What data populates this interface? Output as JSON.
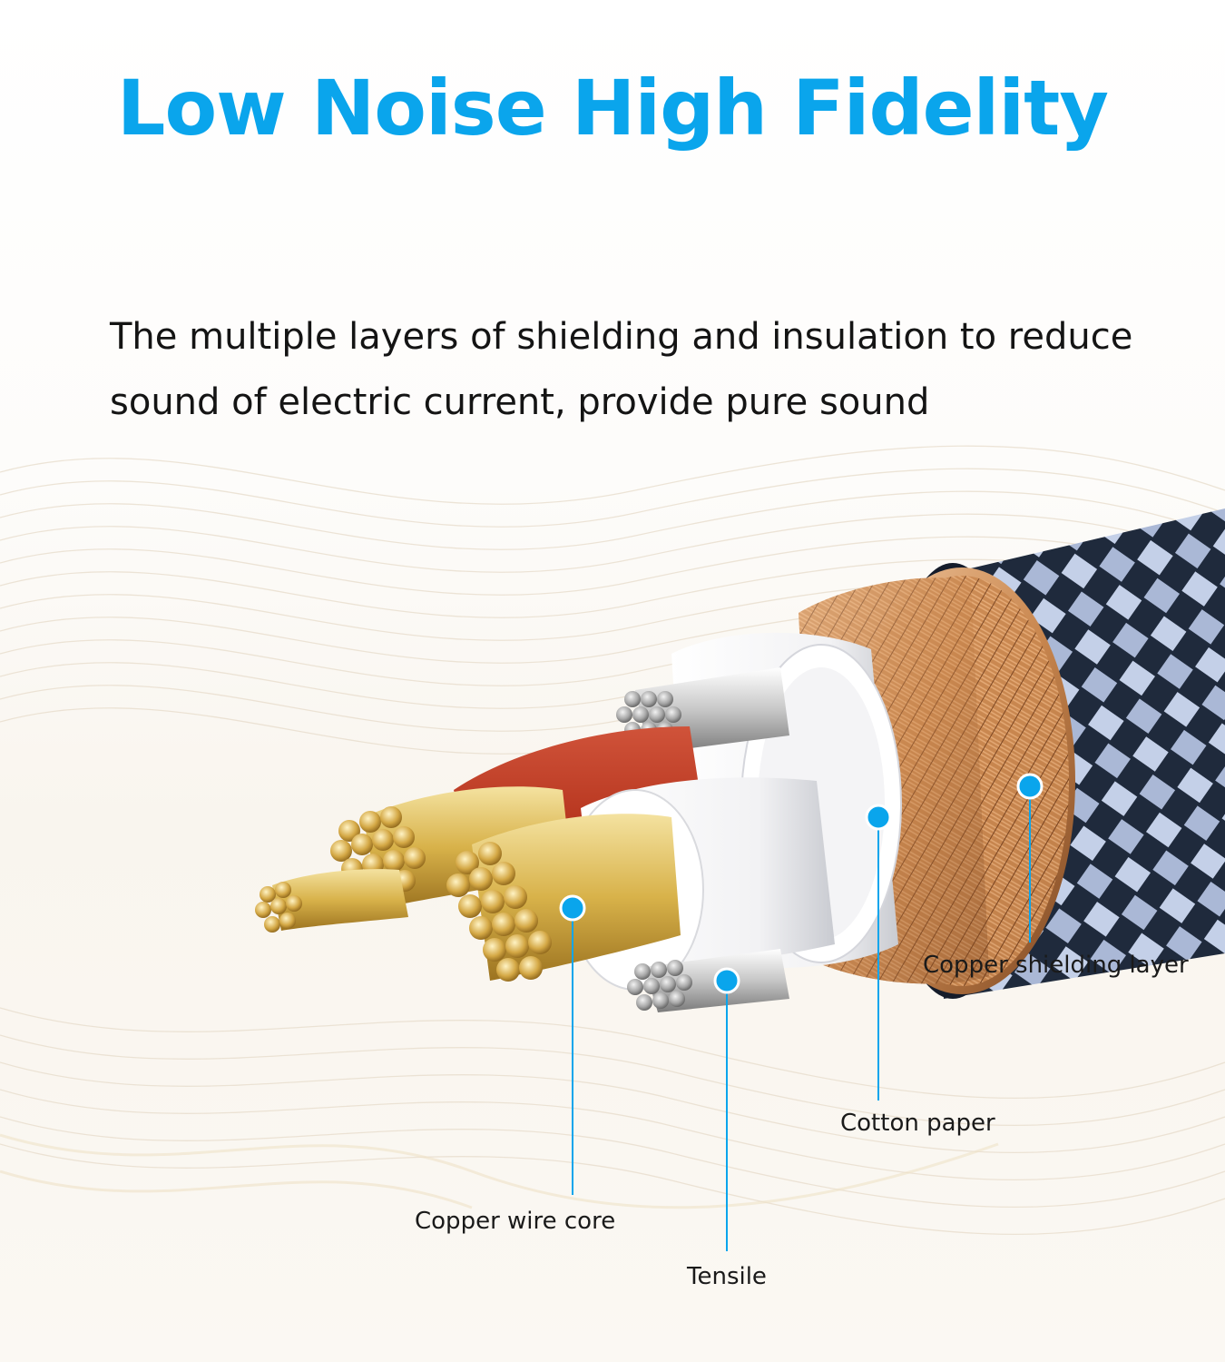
{
  "headline": {
    "text": "Low Noise High Fidelity",
    "color": "#0aa5ec"
  },
  "description": {
    "line1": "The multiple layers of shielding and insulation to reduce",
    "line2": "sound of electric current, provide pure sound"
  },
  "callouts": {
    "copper_shielding_layer": "Copper shielding layer",
    "cotton_paper": "Cotton paper",
    "copper_wire_core": "Copper wire core",
    "tensile": "Tensile"
  },
  "colors": {
    "accent": "#0aa5ec",
    "copper": "#c9874f",
    "gold_wire": "#d8b24a",
    "red_insulation": "#b5341d",
    "braid_dark": "#1f2a3c",
    "braid_light": "#c4d0e8"
  }
}
